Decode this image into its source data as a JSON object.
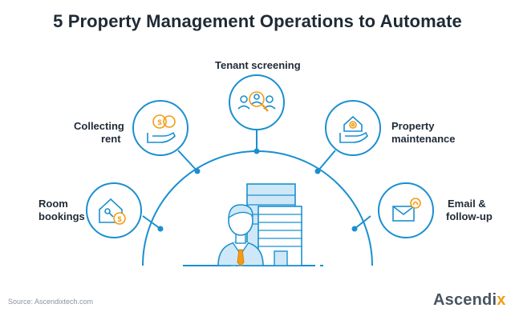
{
  "title": "5 Property Management Operations to Automate",
  "operations": [
    {
      "label_lines": [
        "Room",
        "bookings"
      ],
      "icon": "house-key-dollar-icon"
    },
    {
      "label_lines": [
        "Collecting",
        "rent"
      ],
      "icon": "hand-coins-icon"
    },
    {
      "label_lines": [
        "Tenant screening"
      ],
      "icon": "people-magnifier-icon"
    },
    {
      "label_lines": [
        "Property",
        "maintenance"
      ],
      "icon": "hand-house-gear-icon"
    },
    {
      "label_lines": [
        "Email &",
        "follow-up"
      ],
      "icon": "envelope-notification-icon"
    }
  ],
  "center": {
    "icon": "manager-building-icon"
  },
  "source": "Source: Ascendixtech.com",
  "brand": {
    "prefix": "Ascendi",
    "accent": "x"
  },
  "colors": {
    "accent_blue": "#1a8fd0",
    "accent_orange": "#f39c12",
    "light_blue": "#cfe8f7",
    "title": "#1f2a37"
  }
}
